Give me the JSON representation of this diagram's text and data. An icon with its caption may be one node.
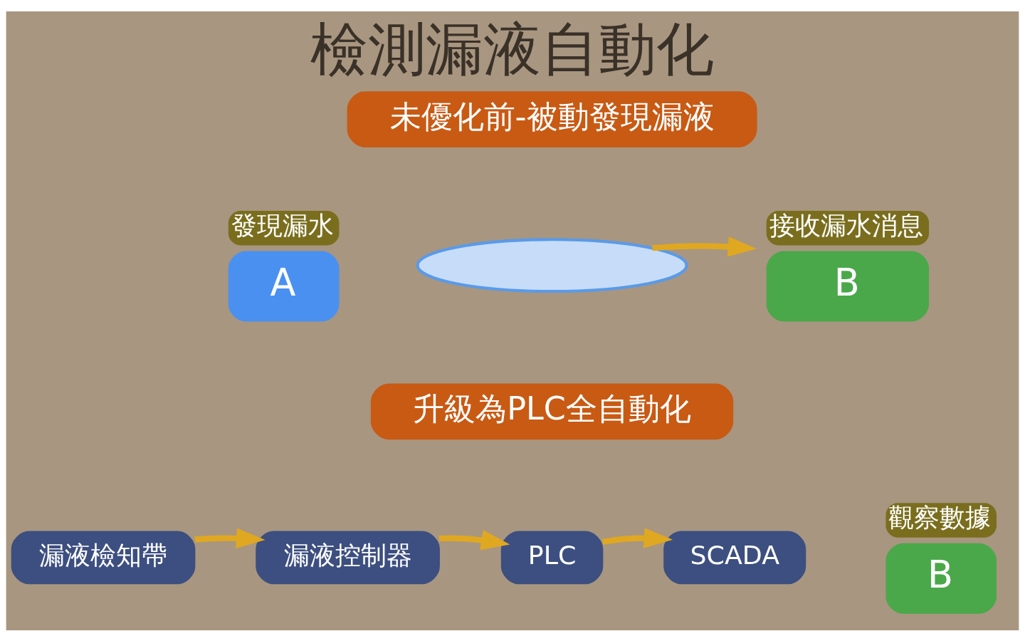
{
  "diagram": {
    "title": "檢測漏液自動化",
    "nodes": [
      {
        "text": [
          "未優化前-被動發現漏液"
        ]
      },
      {
        "text": [
          "發現漏水",
          "A"
        ]
      },
      {
        "text": [],
        "shape": "ellipse"
      },
      {
        "text": [
          "接收漏水消息",
          "B"
        ]
      },
      {
        "text": [
          "升級為PLC全自動化"
        ]
      },
      {
        "text": [
          "漏液檢知帶"
        ]
      },
      {
        "text": [
          "漏液控制器"
        ]
      },
      {
        "text": [
          "PLC"
        ]
      },
      {
        "text": [
          "SCADA"
        ]
      },
      {
        "text": [
          "觀察數據",
          "B"
        ]
      }
    ],
    "edges": [
      {
        "from": 2,
        "to": 3,
        "arrow": "to"
      },
      {
        "from": 5,
        "to": 6,
        "arrow": "to"
      },
      {
        "from": 6,
        "to": 7,
        "arrow": "to"
      },
      {
        "from": 7,
        "to": 8,
        "arrow": "to"
      }
    ]
  }
}
